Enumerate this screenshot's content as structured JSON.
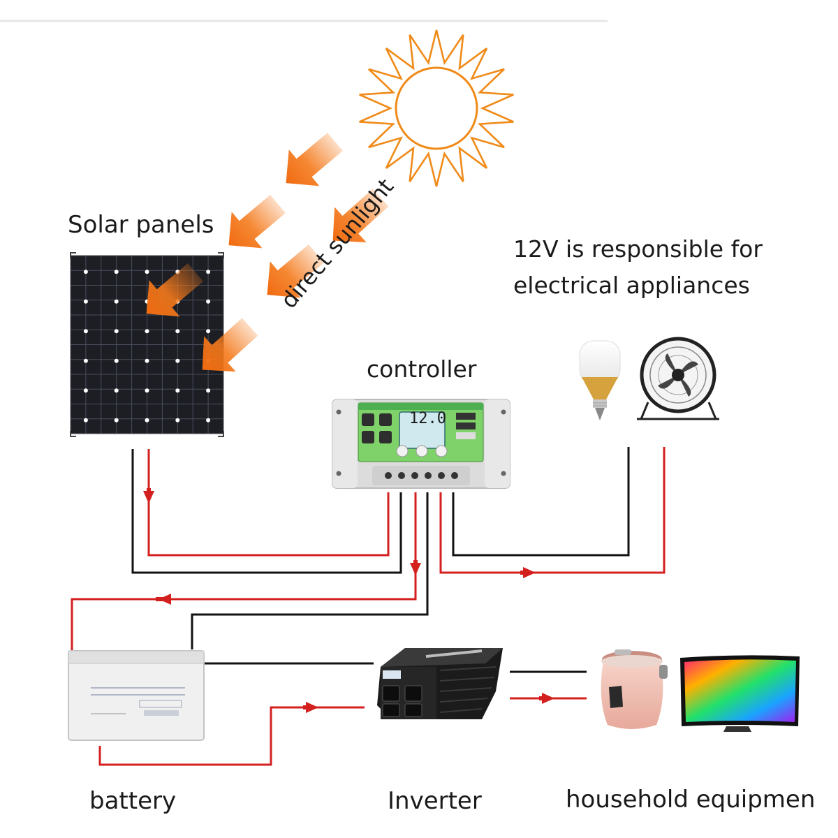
{
  "labels": {
    "solar_panels": "Solar panels",
    "direct_sunlight": "direct sunlight",
    "note_line1": "12V is responsible for",
    "note_line2": "electrical appliances",
    "controller": "controller",
    "battery": "battery",
    "inverter": "Inverter",
    "household": "household equipmen"
  },
  "controller_display": "12.0",
  "colors": {
    "positive_wire": "#d41f1f",
    "negative_wire": "#111111",
    "sun": "#f08a18",
    "sunlight_arrow": "#f47a1c",
    "controller_screen": "#7fd16a",
    "panel": "#1c1e24"
  },
  "icons": [
    "sun-icon",
    "sunlight-arrow-icon",
    "solar-panel-icon",
    "charge-controller-icon",
    "led-bulb-icon",
    "desk-fan-icon",
    "battery-icon",
    "inverter-icon",
    "rice-cooker-icon",
    "tv-icon"
  ]
}
